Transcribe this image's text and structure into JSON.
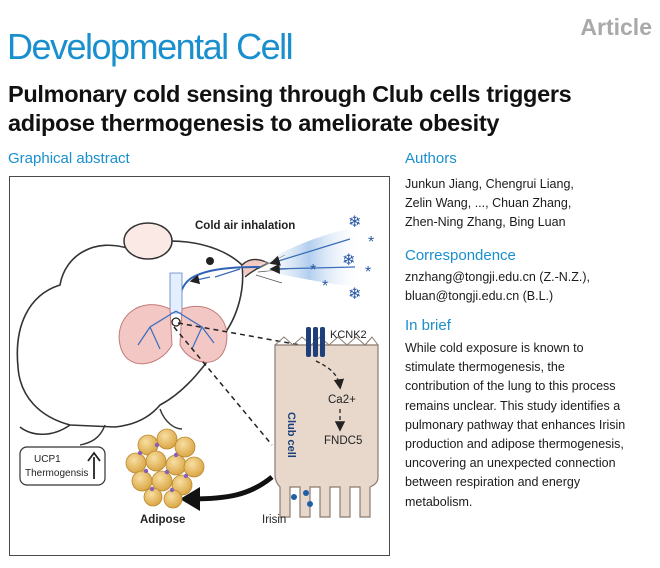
{
  "header": {
    "article_label": "Article",
    "journal": "Developmental Cell",
    "title": "Pulmonary cold sensing through Club cells triggers adipose thermogenesis to ameliorate obesity"
  },
  "graphical_abstract": {
    "heading": "Graphical abstract",
    "cold_air_label": "Cold air inhalation",
    "channel_label": "KCNK2",
    "club_cell_label": "Club cell",
    "calcium_label": "Ca2+",
    "fndc5_label": "FNDC5",
    "irisin_label": "Irisin",
    "adipose_label": "Adipose",
    "ucp1_label": "UCP1",
    "thermogenesis_label": "Thermogensis"
  },
  "authors": {
    "heading": "Authors",
    "lines": [
      "Junkun Jiang, Chengrui Liang,",
      "Zelin Wang, ..., Chuan Zhang,",
      "Zhen-Ning Zhang, Bing Luan"
    ]
  },
  "correspondence": {
    "heading": "Correspondence",
    "lines": [
      "znzhang@tongji.edu.cn (Z.-N.Z.),",
      "bluan@tongji.edu.cn (B.L.)"
    ]
  },
  "in_brief": {
    "heading": "In brief",
    "lines": [
      "While cold exposure is known to",
      "stimulate thermogenesis, the",
      "contribution of the lung to this process",
      "remains unclear. This study identifies a",
      "pulmonary pathway that enhances Irisin",
      "production and adipose thermogenesis,",
      "uncovering an unexpected connection",
      "between respiration and energy",
      "metabolism."
    ]
  },
  "colors": {
    "brand_blue": "#1a8fce",
    "lung_pink": "#f2c7c4",
    "cell_beige": "#e8d8cc",
    "fat_gold": "#e6b654",
    "irisin_blue": "#1f5fa8"
  }
}
